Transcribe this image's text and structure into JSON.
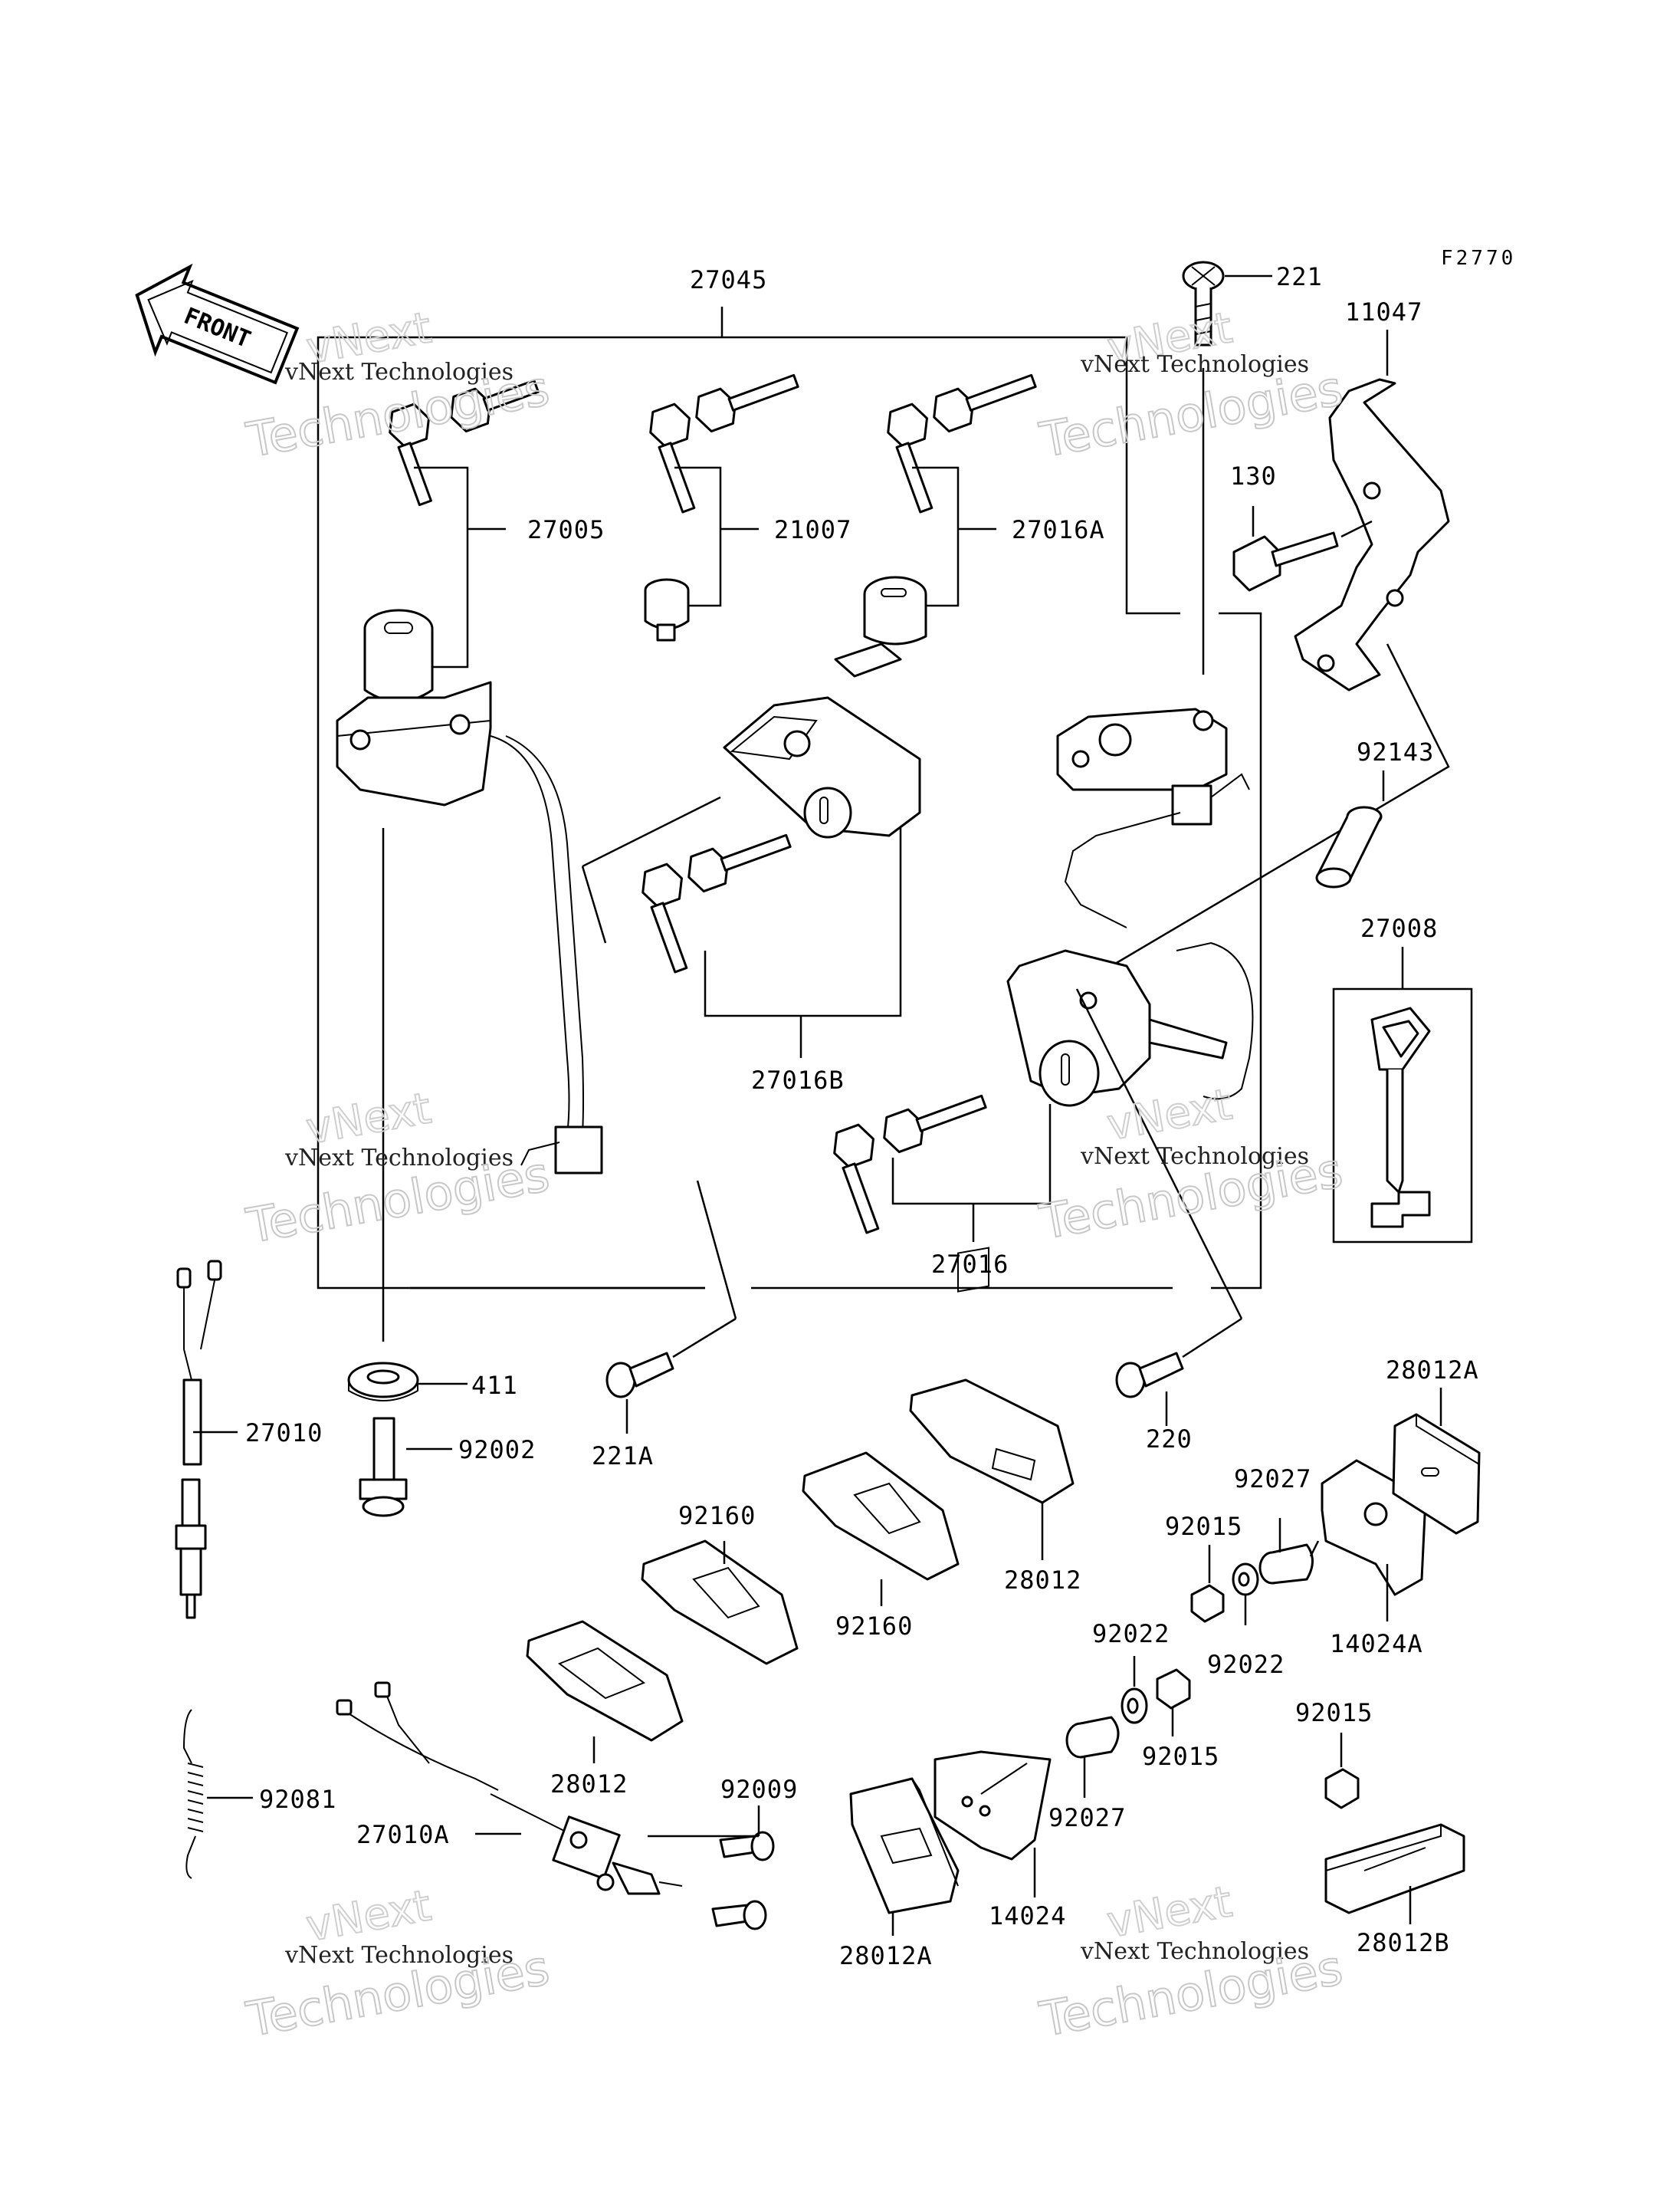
{
  "figure_code": "F2770",
  "front_label": "FRONT",
  "watermark": {
    "line1": "vNext Technologies",
    "line2": "Technologies",
    "line3": "vNext"
  },
  "parts": [
    {
      "id": "p27045",
      "label": "27045"
    },
    {
      "id": "p221",
      "label": "221"
    },
    {
      "id": "p11047",
      "label": "11047"
    },
    {
      "id": "p27005",
      "label": "27005"
    },
    {
      "id": "p21007",
      "label": "21007"
    },
    {
      "id": "p27016A",
      "label": "27016A"
    },
    {
      "id": "p130",
      "label": "130"
    },
    {
      "id": "p92143",
      "label": "92143"
    },
    {
      "id": "p27008",
      "label": "27008"
    },
    {
      "id": "p27016B",
      "label": "27016B"
    },
    {
      "id": "p27016",
      "label": "27016"
    },
    {
      "id": "p27010",
      "label": "27010"
    },
    {
      "id": "p411",
      "label": "411"
    },
    {
      "id": "p92002",
      "label": "92002"
    },
    {
      "id": "p221A",
      "label": "221A"
    },
    {
      "id": "p220",
      "label": "220"
    },
    {
      "id": "p28012A_top",
      "label": "28012A"
    },
    {
      "id": "p92027_top",
      "label": "92027"
    },
    {
      "id": "p92015_a",
      "label": "92015"
    },
    {
      "id": "p92160_a",
      "label": "92160"
    },
    {
      "id": "p92160_b",
      "label": "92160"
    },
    {
      "id": "p28012_a",
      "label": "28012"
    },
    {
      "id": "p92022_a",
      "label": "92022"
    },
    {
      "id": "p92022_b",
      "label": "92022"
    },
    {
      "id": "p14024A",
      "label": "14024A"
    },
    {
      "id": "p92015_b",
      "label": "92015"
    },
    {
      "id": "p92015_c",
      "label": "92015"
    },
    {
      "id": "p92081",
      "label": "92081"
    },
    {
      "id": "p28012_b",
      "label": "28012"
    },
    {
      "id": "p92009",
      "label": "92009"
    },
    {
      "id": "p27010A",
      "label": "27010A"
    },
    {
      "id": "p92027_b",
      "label": "92027"
    },
    {
      "id": "p28012A_bot",
      "label": "28012A"
    },
    {
      "id": "p14024",
      "label": "14024"
    },
    {
      "id": "p28012B",
      "label": "28012B"
    }
  ]
}
